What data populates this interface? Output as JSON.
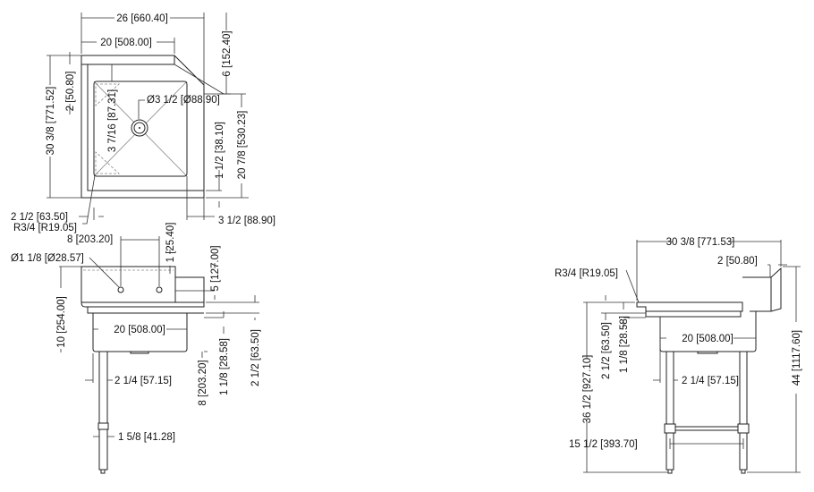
{
  "top_view": {
    "overall_width": "26 [660.40]",
    "bowl_width": "20 [508.00]",
    "backsplash_offset": "6 [152.40]",
    "front_edge": "2 [50.80]",
    "overall_depth": "30 3/8 [771.52]",
    "drain_diameter": "Ø3 1/2 [Ø88.90]",
    "drain_offset": "3 7/16 [87.31]",
    "rear_gap": "1 1/2 [38.10]",
    "bowl_depth": "20 7/8 [530.23]",
    "left_margin": "2 1/2 [63.50]",
    "corner_radius": "R3/4 [R19.05]",
    "right_margin": "3 1/2 [88.90]"
  },
  "front_view": {
    "faucet_spacing": "8 [203.20]",
    "faucet_height": "1 [25.40]",
    "faucet_hole": "Ø1 1/8 [Ø28.57]",
    "backsplash_height": "5 [127.00]",
    "bowl_width": "20 [508.00]",
    "bowl_total_depth": "10 [254.00]",
    "bowl_depth": "8 [203.20]",
    "rim_height": "1 1/8 [28.58]",
    "edge_height": "2 1/2 [63.50]",
    "leg_offset": "2 1/4 [57.15]",
    "leg_diameter": "1 5/8 [41.28]"
  },
  "side_view": {
    "overall_depth": "30 3/8 [771.53]",
    "backsplash_return": "2 [50.80]",
    "corner_radius": "R3/4 [R19.05]",
    "bowl_width": "20 [508.00]",
    "overall_height": "44 [1117.60]",
    "work_height": "36 1/2 [927.10]",
    "edge_height": "2 1/2 [63.50]",
    "rim_height": "1 1/8 [28.58]",
    "leg_offset": "2 1/4 [57.15]",
    "crossbar_height": "15 1/2 [393.70]"
  }
}
